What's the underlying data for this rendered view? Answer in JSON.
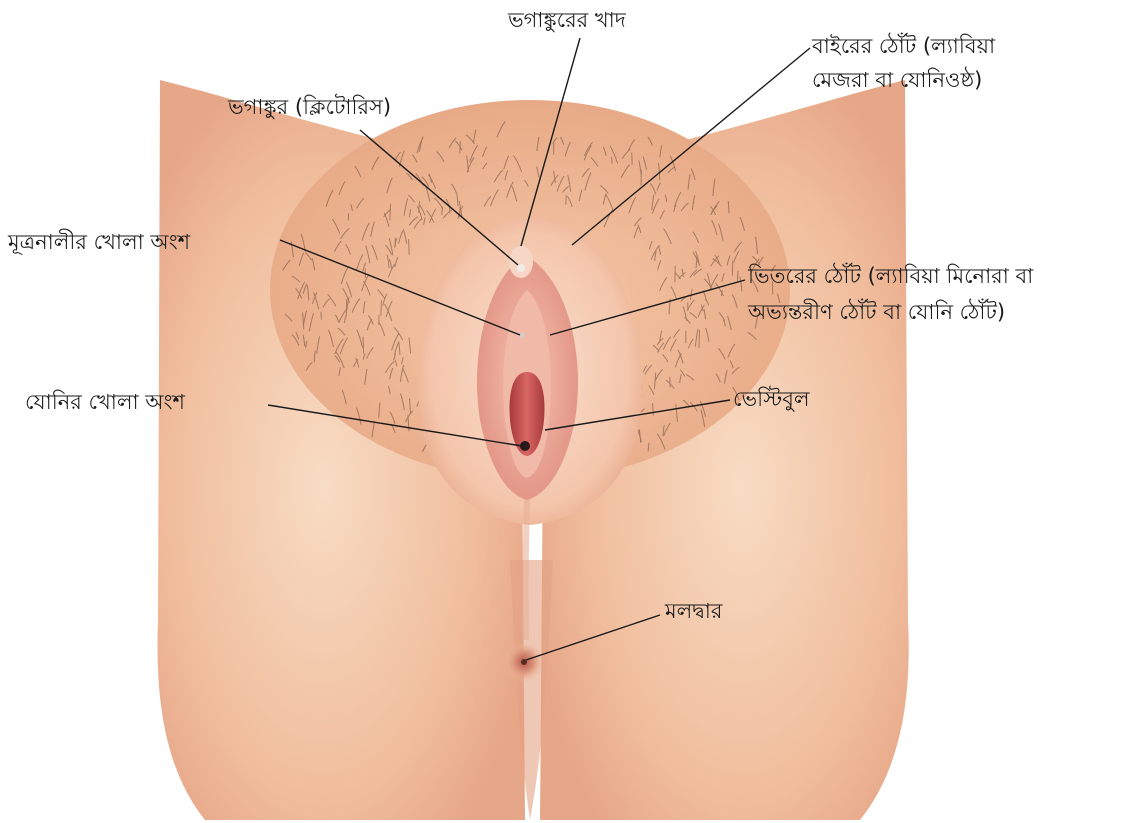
{
  "diagram": {
    "labels": {
      "clitoral_hood": "ভগাঙ্কুরের খাদ",
      "clitoris": "ভগাঙ্কুর (ক্লিটোরিস)",
      "labia_majora_line1": "বাইরের ঠোঁট (ল্যাবিয়া",
      "labia_majora_line2": "মেজরা বা যোনিওষ্ঠ)",
      "urethral_opening": "মূত্রনালীর খোলা অংশ",
      "labia_minora_line1": "ভিতরের ঠোঁট (ল্যাবিয়া মিনোরা বা",
      "labia_minora_line2": "অভ্যন্তরীণ ঠোঁট বা যোনি ঠোঁট)",
      "vaginal_opening": "যোনির খোলা অংশ",
      "vestibule": "ভেস্টিবুল",
      "anus": "মলদ্বার"
    },
    "colors": {
      "skin": "#f2c2a0",
      "skin_shadow": "#e09a7a",
      "labia_outer": "#f6cdb2",
      "labia_inner": "#e79a88",
      "vestibule": "#f0b4a4",
      "vaginal_canal": "#c9504f",
      "hair": "#6b4a3a",
      "leader_line": "#1a1a1a"
    }
  }
}
